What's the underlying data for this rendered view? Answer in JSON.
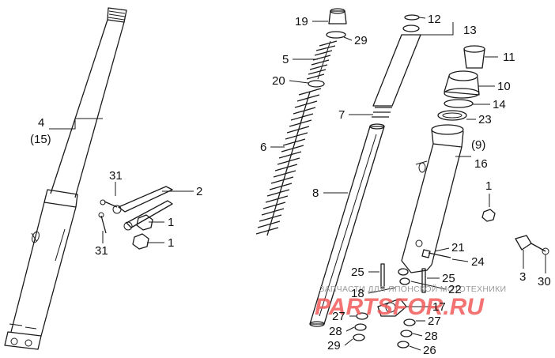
{
  "callouts": {
    "c4": "4",
    "c15": "(15)",
    "c31a": "31",
    "c2": "2",
    "c1a": "1",
    "c31b": "31",
    "c1b": "1",
    "c19": "19",
    "c29a": "29",
    "c5": "5",
    "c20": "20",
    "c6": "6",
    "c12": "12",
    "c13": "13",
    "c11": "11",
    "c10": "10",
    "c14": "14",
    "c7": "7",
    "c23": "23",
    "c9": "(9)",
    "c16": "16",
    "c8": "8",
    "c1c": "1",
    "c21": "21",
    "c24": "24",
    "c25a": "25",
    "c25b": "25",
    "c22": "22",
    "c18": "18",
    "c17": "17",
    "c27a": "27",
    "c27b": "27",
    "c28a": "28",
    "c28b": "28",
    "c29b": "29",
    "c26": "26",
    "c3": "3",
    "c30": "30"
  },
  "watermark": {
    "tagline": "ЗАПЧАСТИ ДЛЯ ЯПОНСКОЙ МОТОТЕХНИКИ",
    "site": "PARTSFOR.RU"
  },
  "colors": {
    "line": "#1a1a1a",
    "watermark_red": "#f25a5a",
    "watermark_gray": "#9a9a9a"
  }
}
